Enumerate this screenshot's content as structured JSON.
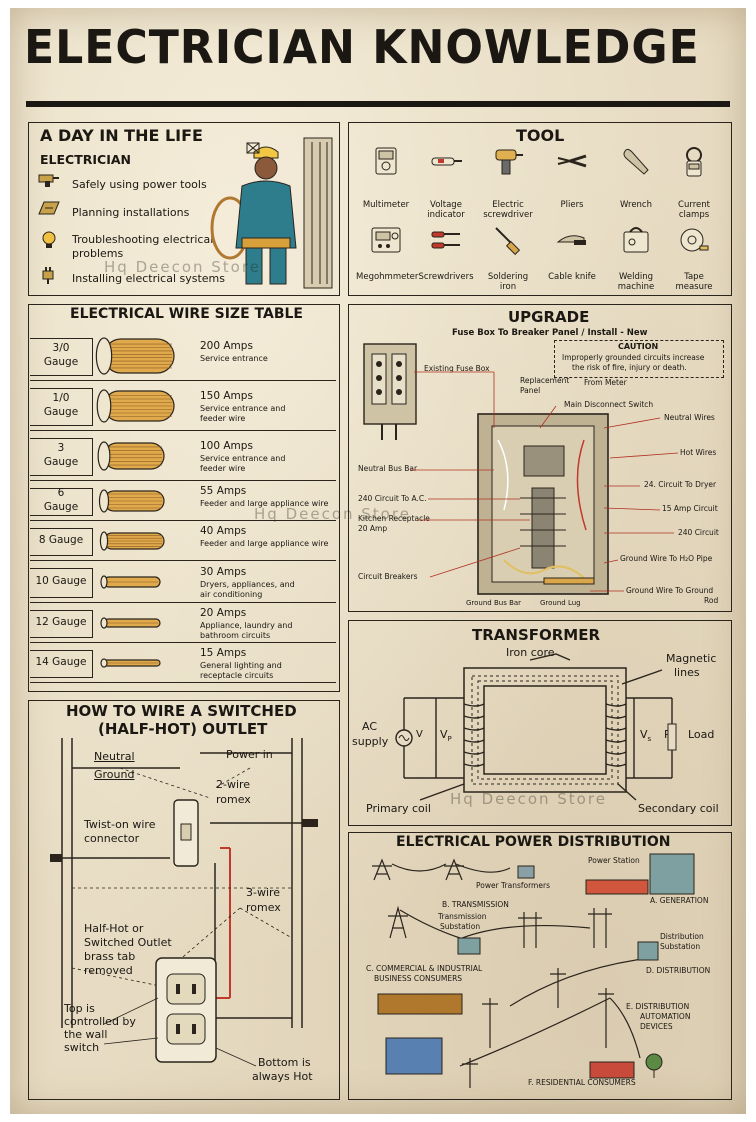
{
  "title": "ELECTRICIAN KNOWLEDGE",
  "watermark": "Hq Deecon Store",
  "colors": {
    "paper": "#e7dcc3",
    "ink": "#1b1712",
    "copper": "#d9a64a",
    "red_wire": "#c0392b"
  },
  "day": {
    "title": "A DAY IN THE LIFE",
    "subtitle": "ELECTRICIAN",
    "items": [
      {
        "icon": "power-tool-icon",
        "text": "Safely using power tools"
      },
      {
        "icon": "blueprint-icon",
        "text": "Planning installations"
      },
      {
        "icon": "light-bulb-icon",
        "text": "Troubleshooting electrical",
        "text2": "problems"
      },
      {
        "icon": "plug-icon",
        "text": "Installing electrical systems"
      }
    ]
  },
  "tool": {
    "title": "TOOL",
    "row1": [
      {
        "icon": "multimeter-icon",
        "label": "Multimeter"
      },
      {
        "icon": "voltage-indicator-icon",
        "label": "Voltage",
        "label2": "indicator"
      },
      {
        "icon": "electric-screwdriver-icon",
        "label": "Electric",
        "label2": "screwdriver"
      },
      {
        "icon": "pliers-icon",
        "label": "Pliers"
      },
      {
        "icon": "wrench-icon",
        "label": "Wrench"
      },
      {
        "icon": "current-clamps-icon",
        "label": "Current",
        "label2": "clamps"
      }
    ],
    "row2": [
      {
        "icon": "megohmmeter-icon",
        "label": "Megohmmeter"
      },
      {
        "icon": "screwdrivers-icon",
        "label": "Screwdrivers"
      },
      {
        "icon": "soldering-iron-icon",
        "label": "Soldering",
        "label2": "iron"
      },
      {
        "icon": "cable-knife-icon",
        "label": "Cable knife"
      },
      {
        "icon": "welding-machine-icon",
        "label": "Welding",
        "label2": "machine"
      },
      {
        "icon": "tape-measure-icon",
        "label": "Tape",
        "label2": "measure"
      }
    ]
  },
  "wire": {
    "title": "ELECTRICAL WIRE SIZE TABLE",
    "rows": [
      {
        "gauge": "3/0",
        "gauge2": "Gauge",
        "amps": "200 Amps",
        "desc": "Service entrance",
        "desc2": ""
      },
      {
        "gauge": "1/0",
        "gauge2": "Gauge",
        "amps": "150 Amps",
        "desc": "Service entrance and",
        "desc2": "feeder wire"
      },
      {
        "gauge": "3",
        "gauge2": "Gauge",
        "amps": "100 Amps",
        "desc": "Service entrance and",
        "desc2": "feeder wire"
      },
      {
        "gauge": "6",
        "gauge2": "Gauge",
        "amps": "55 Amps",
        "desc": "Feeder and large appliance wire",
        "desc2": ""
      },
      {
        "gauge": "8 Gauge",
        "gauge2": "",
        "amps": "40 Amps",
        "desc": "Feeder and large appliance wire",
        "desc2": ""
      },
      {
        "gauge": "10 Gauge",
        "gauge2": "",
        "amps": "30 Amps",
        "desc": "Dryers, appliances, and",
        "desc2": "air conditioning"
      },
      {
        "gauge": "12 Gauge",
        "gauge2": "",
        "amps": "20 Amps",
        "desc": "Appliance, laundry and",
        "desc2": "bathroom circuits"
      },
      {
        "gauge": "14 Gauge",
        "gauge2": "",
        "amps": "15 Amps",
        "desc": "General lighting and",
        "desc2": "receptacle circuits"
      }
    ]
  },
  "upgrade": {
    "title": "UPGRADE",
    "subtitle": "Fuse Box To Breaker Panel / Install - New",
    "caution_title": "CAUTION",
    "caution_1": "Improperly grounded circuits increase",
    "caution_2": "the risk of fire, injury or death.",
    "labels": {
      "existing": "Existing Fuse Box",
      "replacement": "Replacement",
      "panel": "Panel",
      "from_meter": "From Meter",
      "main_disconnect": "Main Disconnect Switch",
      "neutral_wires": "Neutral Wires",
      "hot_wires": "Hot Wires",
      "neutral_bus": "Neutral Bus Bar",
      "c240ac": "240 Circuit To A.C.",
      "kitchen": "Kitchen Receptacle",
      "amp20": "20 Amp",
      "c24dryer": "24. Circuit To Dryer",
      "amp15": "15 Amp Circuit",
      "c240": "240 Circuit",
      "breakers": "Circuit Breakers",
      "ground_h2o": "Ground Wire To H₂O Pipe",
      "ground_rod": "Ground Wire To Ground",
      "rod": "Rod",
      "ground_bus": "Ground Bus Bar",
      "ground_lug": "Ground Lug"
    }
  },
  "transformer": {
    "title": "TRANSFORMER",
    "iron_core": "Iron core",
    "magnetic": "Magnetic",
    "lines": "lines",
    "ac": "AC",
    "supply": "supply",
    "v": "V",
    "vp": "V",
    "vp_sub": "P",
    "vs": "V",
    "vs_sub": "s",
    "rl": "R",
    "rl_sub": "L",
    "load": "Load",
    "primary": "Primary coil",
    "secondary": "Secondary coil"
  },
  "outlet": {
    "title1": "HOW TO WIRE A SWITCHED",
    "title2": "(HALF-HOT) OUTLET",
    "neutral": "Neutral",
    "ground": "Ground",
    "power_in": "Power in",
    "two_wire": "2-wire",
    "romex": "romex",
    "twist1": "Twist-on wire",
    "twist2": "connector",
    "three_wire": "3-wire",
    "romex2": "romex",
    "half1": "Half-Hot or",
    "half2": "Switched Outlet",
    "half3": "brass tab",
    "half4": "removed",
    "top1": "Top is",
    "top2": "controlled by",
    "top3": "the wall",
    "top4": "switch",
    "bottom1": "Bottom is",
    "bottom2": "always Hot"
  },
  "distribution": {
    "title": "ELECTRICAL POWER DISTRIBUTION",
    "power_station": "Power Station",
    "power_transformers": "Power Transformers",
    "transmission": "B. TRANSMISSION",
    "trans_sub1": "Transmission",
    "trans_sub2": "Substation",
    "generation": "A. GENERATION",
    "dist_sub1": "Distribution",
    "dist_sub2": "Substation",
    "commercial1": "C. COMMERCIAL & INDUSTRIAL",
    "commercial2": "BUSINESS CONSUMERS",
    "distribution": "D. DISTRIBUTION",
    "automation1": "E. DISTRIBUTION",
    "automation2": "AUTOMATION",
    "automation3": "DEVICES",
    "residential": "F. RESIDENTIAL CONSUMERS"
  }
}
